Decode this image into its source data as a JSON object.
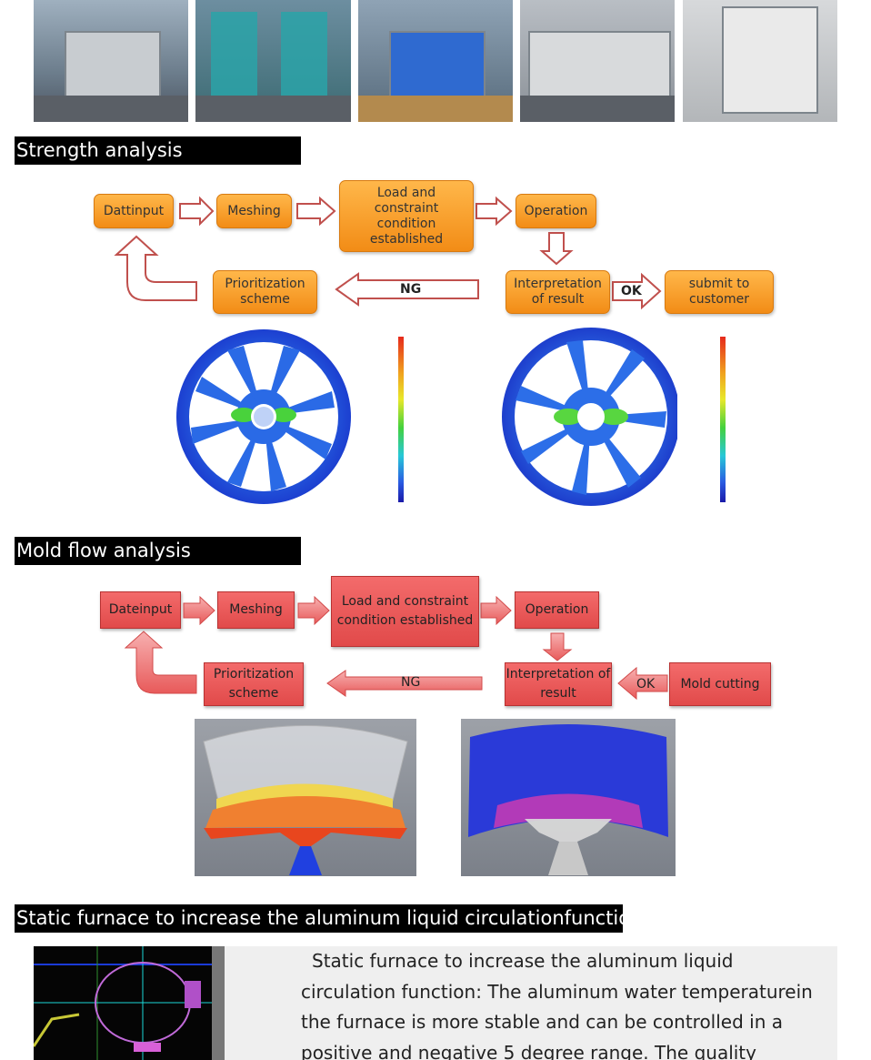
{
  "sections": {
    "strength": "Strength analysis",
    "moldflow": "Mold flow analysis",
    "furnace": "Static furnace to increase the aluminum liquid circulationfunction"
  },
  "strength_flow": {
    "dattinput": "Dattinput",
    "meshing": "Meshing",
    "load": "Load and constraint condition established",
    "operation": "Operation",
    "interpretation": "Interpretation of result",
    "submit": "submit to customer",
    "prioritization": "Prioritization scheme",
    "ng": "NG",
    "ok": "OK"
  },
  "mold_flow": {
    "dateinput": "Dateinput",
    "meshing": "Meshing",
    "load": "Load and constraint condition established",
    "operation": "Operation",
    "interpretation": "Interpretation of result",
    "mold_cutting": "Mold cutting",
    "prioritization": "Prioritization scheme",
    "ng": "NG",
    "ok": "OK"
  },
  "furnace_text": "Static furnace to increase the aluminum liquid circulation function: The aluminum water temperaturein the furnace is more stable and can be controlled in a positive and negative 5 degree range. The quality stability of aluminum",
  "colors": {
    "orange": "#f5a02a",
    "red": "#e55a5a",
    "arrow_orange_stroke": "#c0504d",
    "black": "#000000"
  }
}
